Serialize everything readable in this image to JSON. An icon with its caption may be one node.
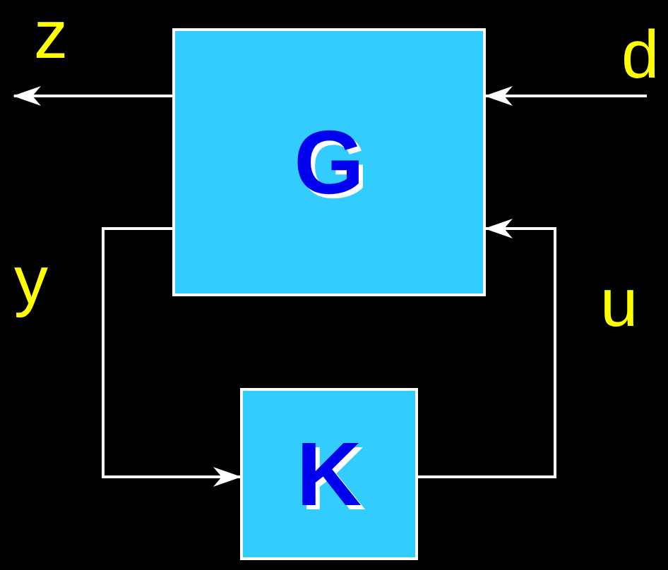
{
  "diagram": {
    "nodes": [
      {
        "text": [
          "G"
        ]
      },
      {
        "text": [
          "K"
        ]
      }
    ],
    "edges": [
      {
        "from": 0,
        "to": null,
        "arrow": "to"
      },
      {
        "from": null,
        "to": 0,
        "arrow": "to"
      },
      {
        "from": 0,
        "to": 1,
        "arrow": "to"
      },
      {
        "from": 1,
        "to": 0,
        "arrow": "to"
      }
    ],
    "labels": [
      "z",
      "d",
      "y",
      "u"
    ]
  }
}
